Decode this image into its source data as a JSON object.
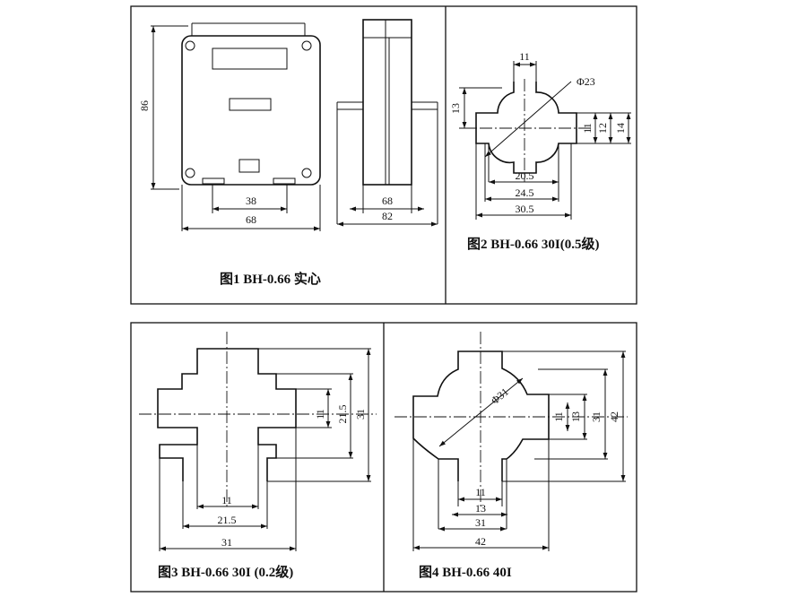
{
  "fig1": {
    "caption": "图1 BH-0.66 实心",
    "dims": {
      "height": "86",
      "inner_width": "38",
      "front_width": "68",
      "side_inner": "68",
      "side_outer": "82"
    }
  },
  "fig2": {
    "caption": "图2 BH-0.66 30I(0.5级)",
    "dims": {
      "top_w": "11",
      "diameter": "Φ23",
      "top_h": "13",
      "r1": "11",
      "r2": "12",
      "r3": "14",
      "b1": "20.5",
      "b2": "24.5",
      "b3": "30.5"
    }
  },
  "fig3": {
    "caption": "图3 BH-0.66 30I (0.2级)",
    "dims": {
      "v1": "11",
      "v2": "21.5",
      "v3": "31",
      "h1": "11",
      "h2": "21.5",
      "h3": "31"
    }
  },
  "fig4": {
    "caption": "图4 BH-0.66 40I",
    "dims": {
      "diameter": "Φ31",
      "v1": "11",
      "v2": "13",
      "v3": "31",
      "v4": "42",
      "h1": "11",
      "h2": "13",
      "h3": "31",
      "h4": "42"
    }
  }
}
